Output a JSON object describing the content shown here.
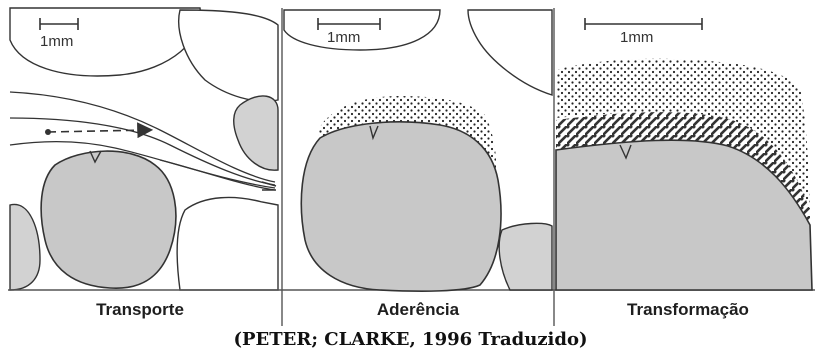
{
  "figure": {
    "panels": [
      {
        "caption": "Transporte",
        "scale_label": "1mm"
      },
      {
        "caption": "Aderência",
        "scale_label": "1mm"
      },
      {
        "caption": "Transformação",
        "scale_label": "1mm"
      }
    ],
    "citation": "(PETER; CLARKE, 1996 Traduzido)"
  },
  "colors": {
    "particle_fill": "#c8c8c8",
    "outline": "#333333",
    "dots": "#222222",
    "hatch": "#3a3a3a"
  }
}
